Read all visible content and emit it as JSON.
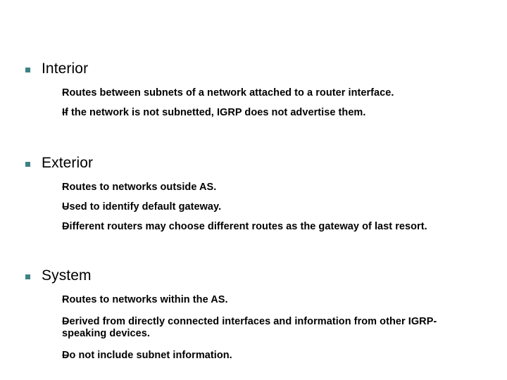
{
  "slide": {
    "background_color": "#ffffff",
    "bullet_color": "#3d8285",
    "text_color": "#000000",
    "sections": [
      {
        "id": "interior",
        "heading": "Interior",
        "bullet_marker": "square",
        "sub_marker": "–",
        "sub_marker_style": "spaced",
        "items": [
          "Routes between subnets of a network attached to a router interface.",
          "If the network is not subnetted, IGRP does not advertise them."
        ]
      },
      {
        "id": "exterior",
        "heading": "Exterior",
        "bullet_marker": "square",
        "sub_marker": "–",
        "sub_marker_style": "spaced",
        "items": [
          "Routes to networks outside AS.",
          "Used to identify default gateway.",
          "Different routers may choose different routes as the gateway of last resort."
        ]
      },
      {
        "id": "system",
        "heading": "System",
        "bullet_marker": "square",
        "sub_marker": "–",
        "sub_marker_style": "tight",
        "items": [
          "Routes to networks within the AS.",
          "Derived from directly connected interfaces and information from other IGRP-speaking devices.",
          "Do not include subnet information."
        ]
      }
    ]
  }
}
